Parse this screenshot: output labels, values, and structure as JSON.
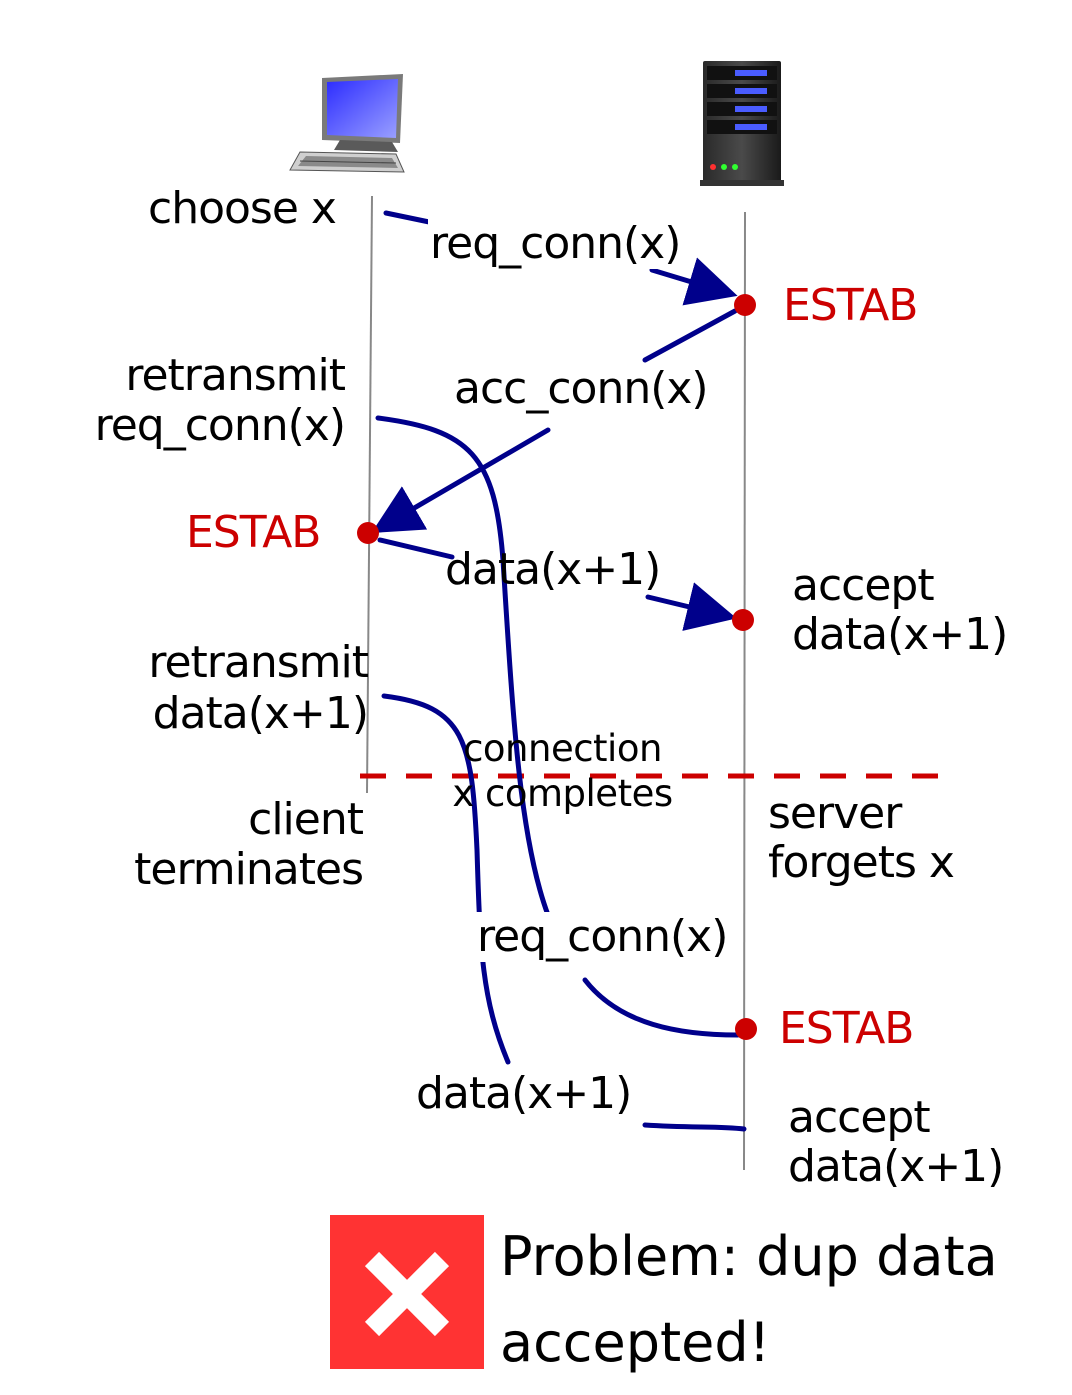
{
  "labels": {
    "choose_x": "choose x",
    "req_conn_1": "req_conn(x)",
    "estab_server_1": "ESTAB",
    "retransmit_req_1": "retransmit",
    "retransmit_req_2": "req_conn(x)",
    "acc_conn": "acc_conn(x)",
    "estab_client": "ESTAB",
    "data_1": "data(x+1)",
    "accept_1_a": "accept",
    "accept_1_b": "data(x+1)",
    "retransmit_data_1": "retransmit",
    "retransmit_data_2": "data(x+1)",
    "connection_completes_1": "connection",
    "connection_completes_2": "x completes",
    "client_terminates_1": "client",
    "client_terminates_2": "terminates",
    "server_forgets_1": "server",
    "server_forgets_2": "forgets x",
    "req_conn_2": "req_conn(x)",
    "estab_server_2": "ESTAB",
    "data_2": "data(x+1)",
    "accept_2_a": "accept",
    "accept_2_b": "data(x+1)"
  },
  "problem": {
    "line1": "Problem: dup data",
    "line2": "accepted!"
  },
  "colors": {
    "arrow": "#00008b",
    "estab": "#cc0000",
    "divider": "#cc0000",
    "timeline": "#888888",
    "problem_box": "#ff3333"
  },
  "icons": {
    "client": "laptop-computer-icon",
    "server": "server-tower-icon",
    "problem": "close-x-icon"
  }
}
